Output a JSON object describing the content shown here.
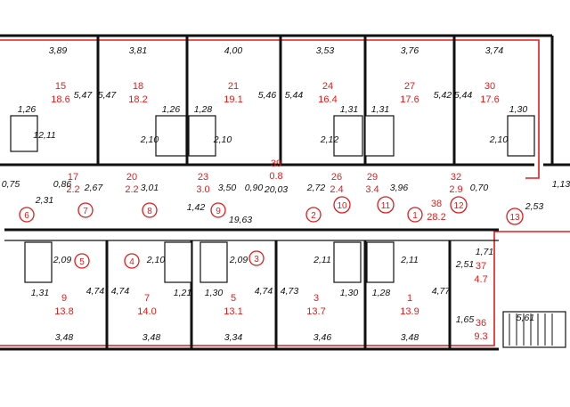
{
  "rooms": [
    {
      "num": "15",
      "area": "18.6"
    },
    {
      "num": "18",
      "area": "18.2"
    },
    {
      "num": "21",
      "area": "19.1"
    },
    {
      "num": "24",
      "area": "16.4"
    },
    {
      "num": "27",
      "area": "17.6"
    },
    {
      "num": "30",
      "area": "17.6"
    },
    {
      "num": "9",
      "area": "13.8"
    },
    {
      "num": "7",
      "area": "14.0"
    },
    {
      "num": "5",
      "area": "13.1"
    },
    {
      "num": "3",
      "area": "13.7"
    },
    {
      "num": "1",
      "area": "13.9"
    },
    {
      "num": "37",
      "area": "4.7"
    },
    {
      "num": "36",
      "area": "9.3"
    },
    {
      "num": "38",
      "area": "28.2"
    },
    {
      "num": "39",
      "area": "0.8"
    },
    {
      "num": "17",
      "area": "2.2"
    },
    {
      "num": "20",
      "area": "2.2"
    },
    {
      "num": "23",
      "area": "3.0"
    },
    {
      "num": "26",
      "area": "2.4"
    },
    {
      "num": "29",
      "area": "3.4"
    },
    {
      "num": "32",
      "area": "2.9"
    }
  ],
  "dimensions": {
    "top": [
      "3,89",
      "3,81",
      "4,00",
      "3,53",
      "3,76",
      "3,74"
    ],
    "bottom": [
      "3,48",
      "3,48",
      "3,34",
      "3,46",
      "3,48"
    ],
    "corridor": [
      "19,63",
      "20,03"
    ],
    "misc": [
      "5,47",
      "5,47",
      "5,46",
      "5,44",
      "5,42",
      "5,44",
      "12,11",
      "2,10",
      "2,10",
      "2,12",
      "2,10",
      "1,26",
      "1,26",
      "1,28",
      "1,31",
      "1,31",
      "1,30",
      "2,67",
      "3,01",
      "3,50",
      "2,72",
      "3,96",
      "0,70",
      "0,90",
      "1,42",
      "2,31",
      "0,86",
      "0,75",
      "2,53",
      "1,71",
      "2,51",
      "1,65",
      "5,61",
      "1,13",
      "4,74",
      "4,74",
      "4,74",
      "4,73",
      "4,77",
      "2,09",
      "2,10",
      "2,09",
      "2,11",
      "2,11",
      "1,31",
      "1,21",
      "1,30",
      "1,30",
      "1,28"
    ]
  },
  "markers": [
    "1",
    "2",
    "3",
    "4",
    "5",
    "6",
    "7",
    "8",
    "9",
    "10",
    "11",
    "12",
    "13"
  ]
}
